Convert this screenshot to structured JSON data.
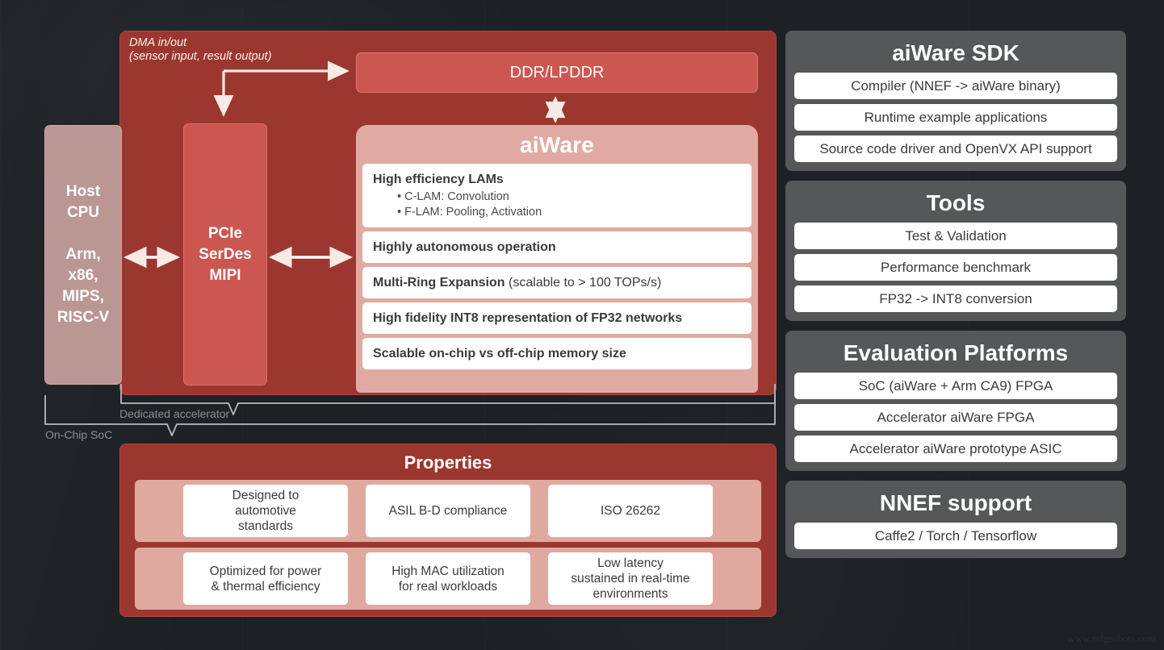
{
  "diagram": {
    "dma_note": "DMA in/out\n(sensor input, result output)",
    "host_cpu": "Host\nCPU\n\nArm,\nx86,\nMIPS,\nRISC-V",
    "pcie": "PCIe\nSerDes\nMIPI",
    "ddr": "DDR/LPDDR",
    "aiware_title": "aiWare",
    "aiware_rows": [
      {
        "head": "High efficiency LAMs",
        "tail": "",
        "bullets": [
          "C-LAM: Convolution",
          "F-LAM: Pooling, Activation"
        ]
      },
      {
        "head": "Highly autonomous operation",
        "tail": "",
        "bullets": []
      },
      {
        "head": "Multi-Ring Expansion",
        "tail": " (scalable to > 100 TOPs/s)",
        "bullets": []
      },
      {
        "head": "High fidelity INT8 representation of FP32 networks",
        "tail": "",
        "bullets": []
      },
      {
        "head": "Scalable on-chip vs off-chip memory size",
        "tail": "",
        "bullets": []
      }
    ],
    "bracket_dedicated": "Dedicated accelerator",
    "bracket_onchip": "On-Chip SoC"
  },
  "properties": {
    "title": "Properties",
    "rows": [
      [
        "Designed to\nautomotive\nstandards",
        "ASIL B-D compliance",
        "ISO 26262"
      ],
      [
        "Optimized for power\n& thermal efficiency",
        "High MAC utilization\nfor real workloads",
        "Low latency\nsustained in real-time\nenvironments"
      ]
    ]
  },
  "sidebar": {
    "panels": [
      {
        "title": "aiWare SDK",
        "items": [
          "Compiler (NNEF -> aiWare binary)",
          "Runtime example applications",
          "Source code driver and OpenVX API support"
        ]
      },
      {
        "title": "Tools",
        "items": [
          "Test & Validation",
          "Performance benchmark",
          "FP32 -> INT8 conversion"
        ]
      },
      {
        "title": "Evaluation Platforms",
        "items": [
          "SoC (aiWare + Arm CA9) FPGA",
          "Accelerator aiWare FPGA",
          "Accelerator aiWare prototype ASIC"
        ]
      },
      {
        "title": "NNEF support",
        "items": [
          "Caffe2 / Torch / Tensorflow"
        ]
      }
    ]
  },
  "watermark": "www.mfgrobots.com",
  "colors": {
    "background": "#1d2125",
    "panel_red": "#9c3730",
    "block_red": "#cb5750",
    "aiware_pink": "#e0aaa2",
    "host_mauve": "#bb9793",
    "sidebar_gray": "#555759",
    "property_pink": "#dfa99f",
    "white": "#ffffff"
  }
}
